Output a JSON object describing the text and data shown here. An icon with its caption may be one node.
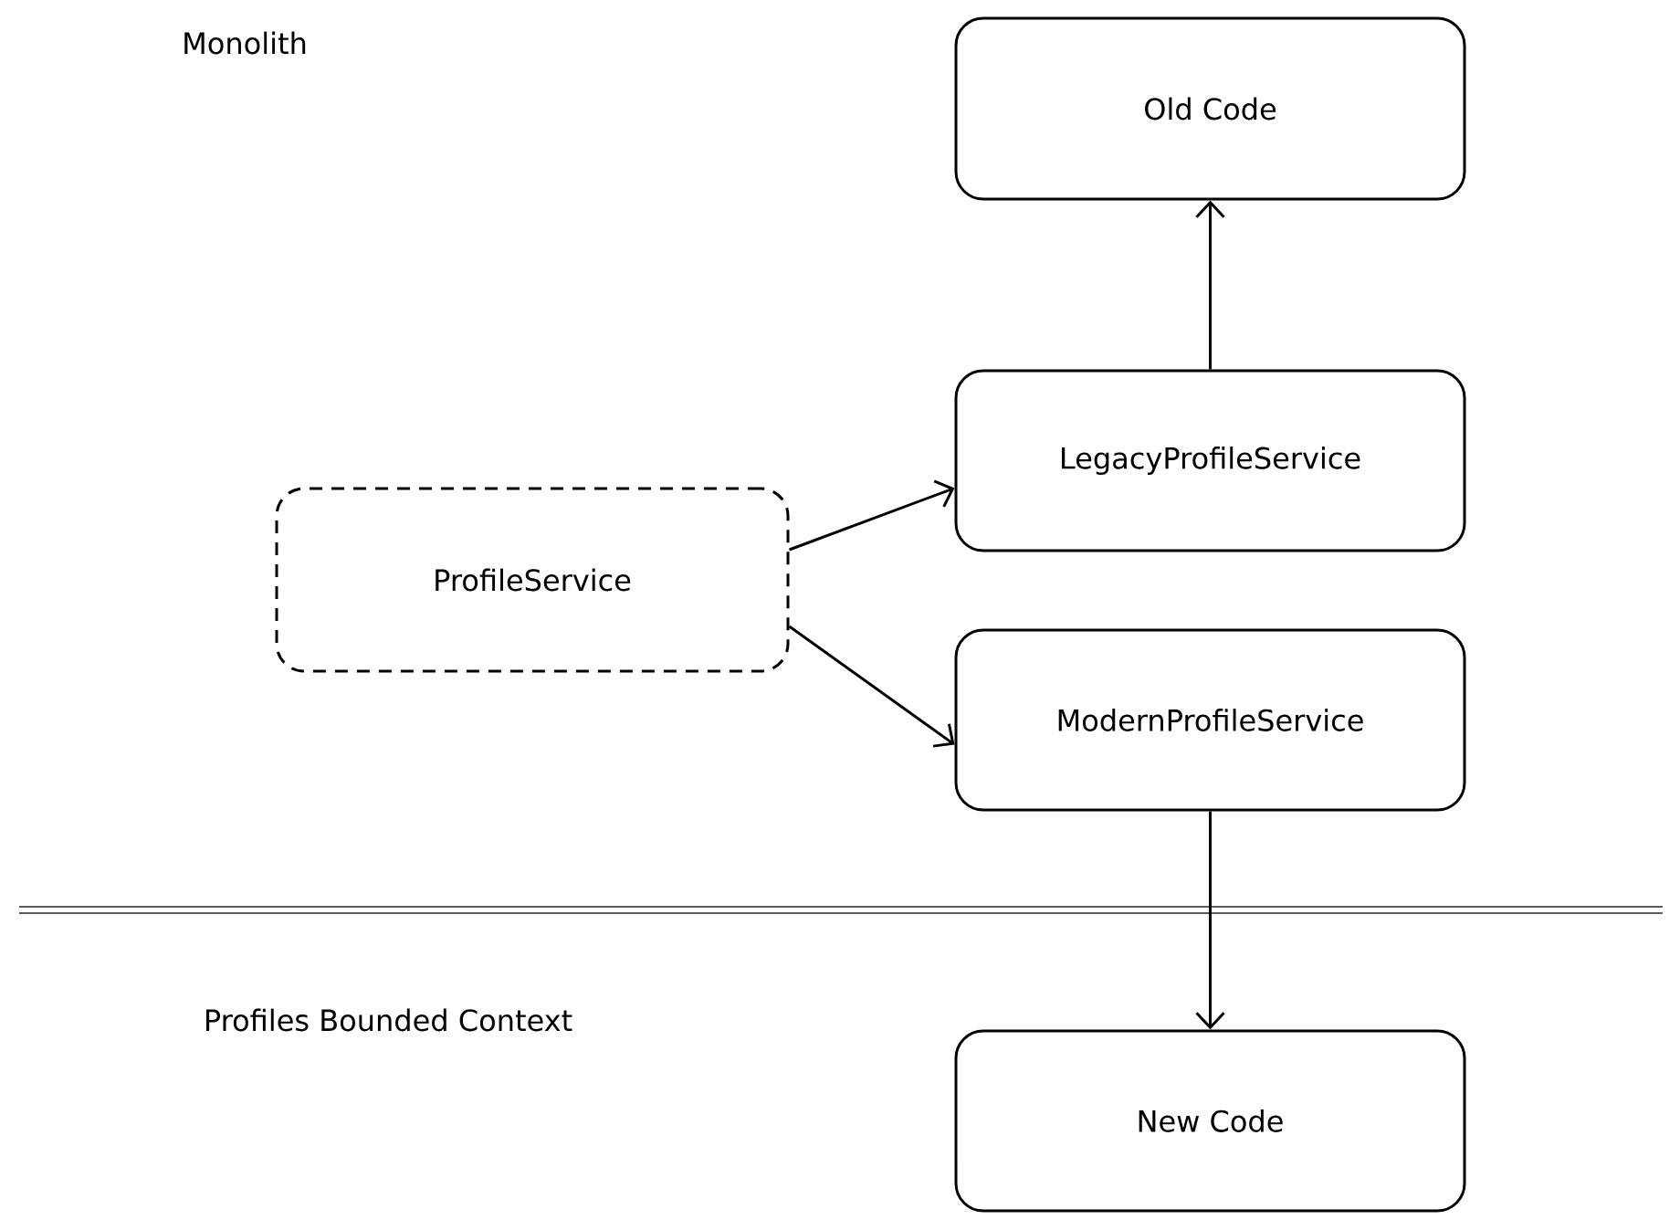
{
  "diagram": {
    "nodes": [
      {
        "text": [
          "Old Code"
        ]
      },
      {
        "text": [
          "LegacyProfileService"
        ]
      },
      {
        "text": [
          "ProfileService"
        ]
      },
      {
        "text": [
          "ModernProfileService"
        ]
      },
      {
        "text": [
          "New Code"
        ]
      }
    ],
    "edges": [
      {
        "from": 2,
        "to": 1,
        "arrow": "to"
      },
      {
        "from": 2,
        "to": 3,
        "arrow": "to"
      },
      {
        "from": 1,
        "to": 0,
        "arrow": "to"
      },
      {
        "from": 3,
        "to": 4,
        "arrow": "to"
      }
    ],
    "labels": [
      "Monolith",
      "Profiles Bounded Context"
    ]
  }
}
